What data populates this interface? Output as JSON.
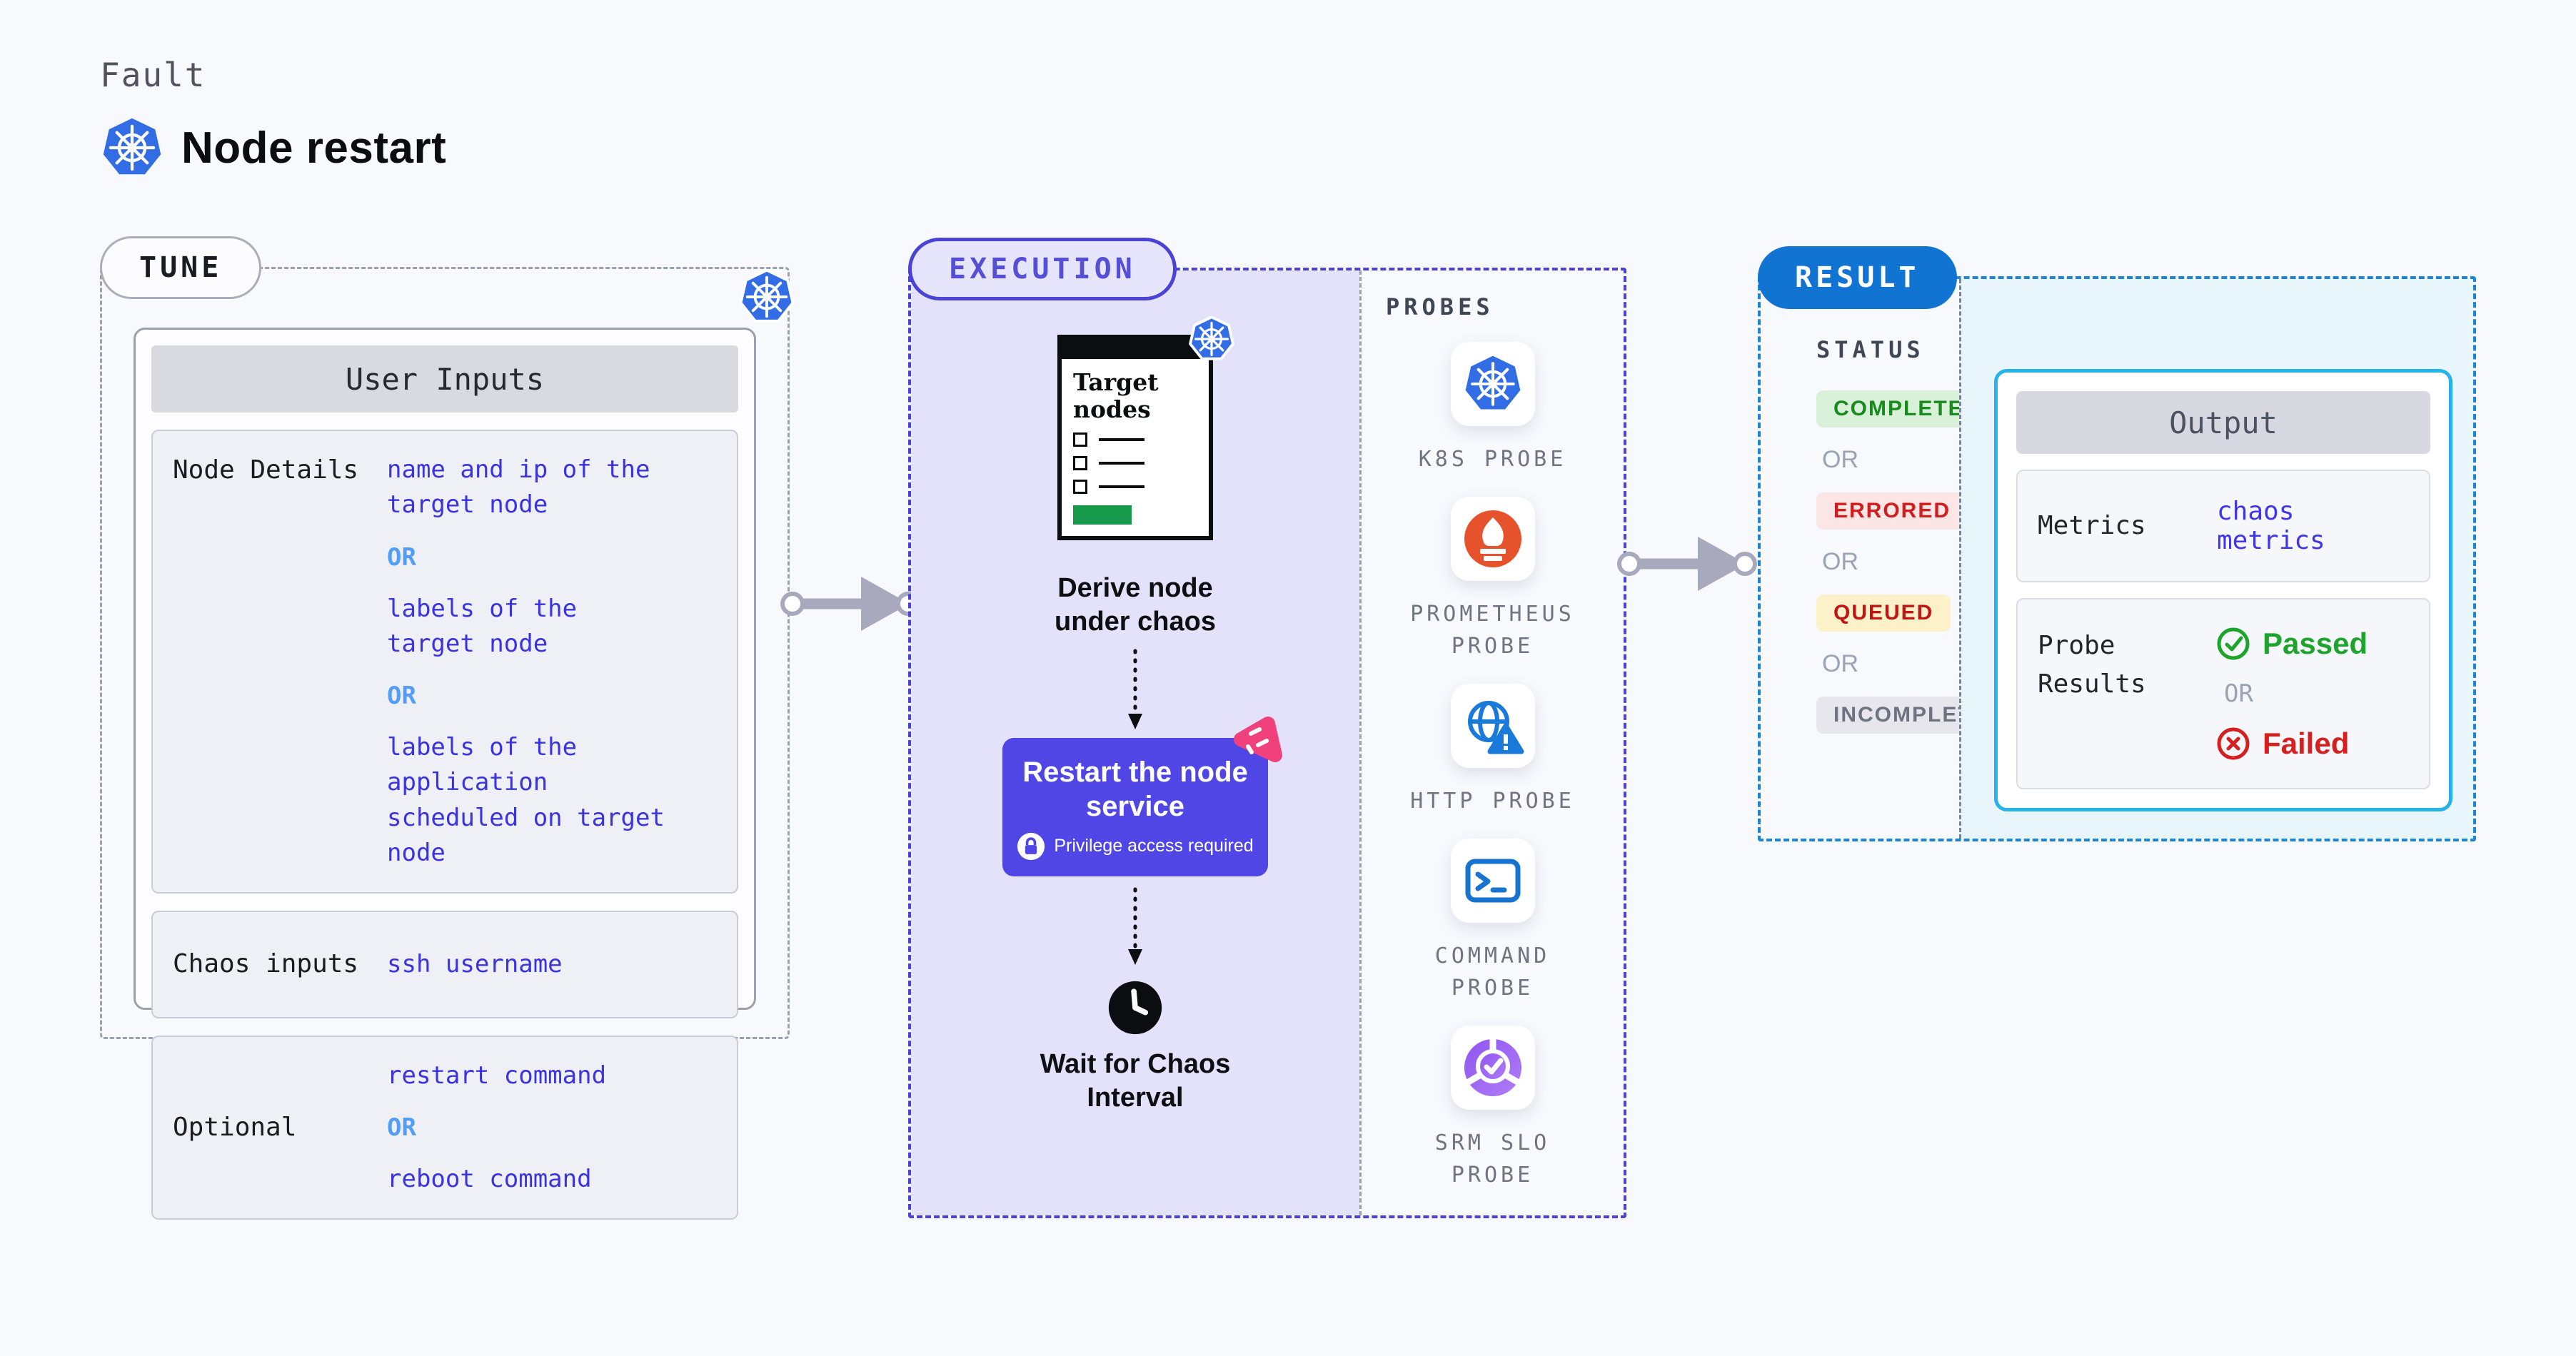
{
  "header": {
    "eyebrow": "Fault",
    "title": "Node restart"
  },
  "tune": {
    "label": "TUNE",
    "card_header": "User Inputs",
    "or_label": "OR",
    "rows": [
      {
        "label": "Node Details",
        "values": [
          "name and ip of the\ntarget node",
          "labels of the\ntarget node",
          "labels of the application\nscheduled on target node"
        ]
      },
      {
        "label": "Chaos inputs",
        "values": [
          "ssh username"
        ]
      },
      {
        "label": "Optional",
        "values": [
          "restart command",
          "reboot command"
        ]
      }
    ]
  },
  "execution": {
    "label": "EXECUTION",
    "doc_title": "Target nodes",
    "step_derive": "Derive node under chaos",
    "button": {
      "title": "Restart the node service",
      "note": "Privilege access required"
    },
    "step_wait": "Wait for Chaos Interval",
    "probes": {
      "heading": "PROBES",
      "items": [
        {
          "label": "K8S PROBE",
          "icon": "kubernetes-icon"
        },
        {
          "label": "PROMETHEUS PROBE",
          "icon": "prometheus-icon"
        },
        {
          "label": "HTTP PROBE",
          "icon": "globe-warning-icon"
        },
        {
          "label": "COMMAND PROBE",
          "icon": "terminal-icon"
        },
        {
          "label": "SRM SLO PROBE",
          "icon": "slo-check-icon"
        }
      ]
    }
  },
  "result": {
    "label": "RESULT",
    "status": {
      "heading": "STATUS",
      "or_label": "OR",
      "badges": [
        {
          "text": "COMPLETED",
          "bg": "#d8f1d8",
          "color": "#188a1e"
        },
        {
          "text": "ERRORED",
          "bg": "#fbe5e5",
          "color": "#d01d1d"
        },
        {
          "text": "QUEUED",
          "bg": "#fcf1c8",
          "color": "#c11616"
        },
        {
          "text": "INCOMPLETED",
          "bg": "#e6e6ec",
          "color": "#6d7380"
        }
      ]
    },
    "output": {
      "header": "Output",
      "metrics_label": "Metrics",
      "metrics_value": "chaos metrics",
      "probe_results_label": "Probe Results",
      "passed": "Passed",
      "failed": "Failed",
      "or_label": "OR"
    }
  },
  "colors": {
    "page_bg": "#f8f9fd",
    "execution_accent": "#4b43d6",
    "execution_fill": "#e3e2fa",
    "button_purple": "#4f46e5",
    "pink_badge": "#f0417c",
    "result_blue": "#1173d2",
    "output_cyan_border": "#27b2e8",
    "output_cyan_bg": "#e8f6fc",
    "value_blue": "#3b32e0",
    "or_blue": "#549df6",
    "passed_green": "#1ea42c",
    "failed_red": "#d61f1f",
    "kubernetes_blue": "#326de6",
    "prometheus_orange": "#e6522c",
    "arrow_gray": "#a9a9bd"
  }
}
